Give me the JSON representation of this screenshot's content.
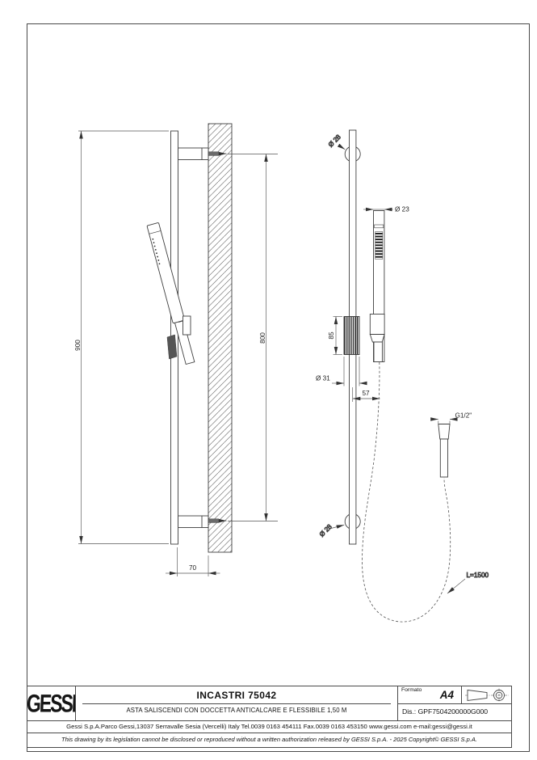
{
  "title_block": {
    "logo": "GESSI",
    "title": "INCASTRI 75042",
    "subtitle": "ASTA SALISCENDI CON DOCCETTA ANTICALCARE E FLESSIBILE 1,50 M",
    "formato_label": "Formato",
    "formato_value": "A4",
    "drawing_number": "Dis.: GPF7504200000G000",
    "address": "Gessi S.p.A.Parco Gessi,13037 Serravalle Sesia (Vercelli) Italy Tel.0039 0163 454111 Fax.0039 0163 453150 www.gessi.com e-mail:gessi@gessi.it",
    "copyright": "This drawing by its legislation cannot be disclosed or reproduced without a written authorization released by GESSI S.p.A. - 2025 Copyright© GESSI S.p.A."
  },
  "drawing": {
    "side_view": {
      "overall_height": "900",
      "fixing_height": "800",
      "wall_depth": "70"
    },
    "front_view": {
      "top_diameter": "Ø 28",
      "bottom_diameter": "Ø 28",
      "wand_diameter": "Ø 23",
      "slider_height": "85",
      "slider_diameter": "Ø 31",
      "axis_offset": "57",
      "thread": "G1/2\"",
      "hose_length": "L=1500"
    }
  },
  "colors": {
    "line": "#3f3f3f",
    "dim_line": "#555555",
    "text": "#1c1c1c",
    "paper": "#ffffff"
  }
}
